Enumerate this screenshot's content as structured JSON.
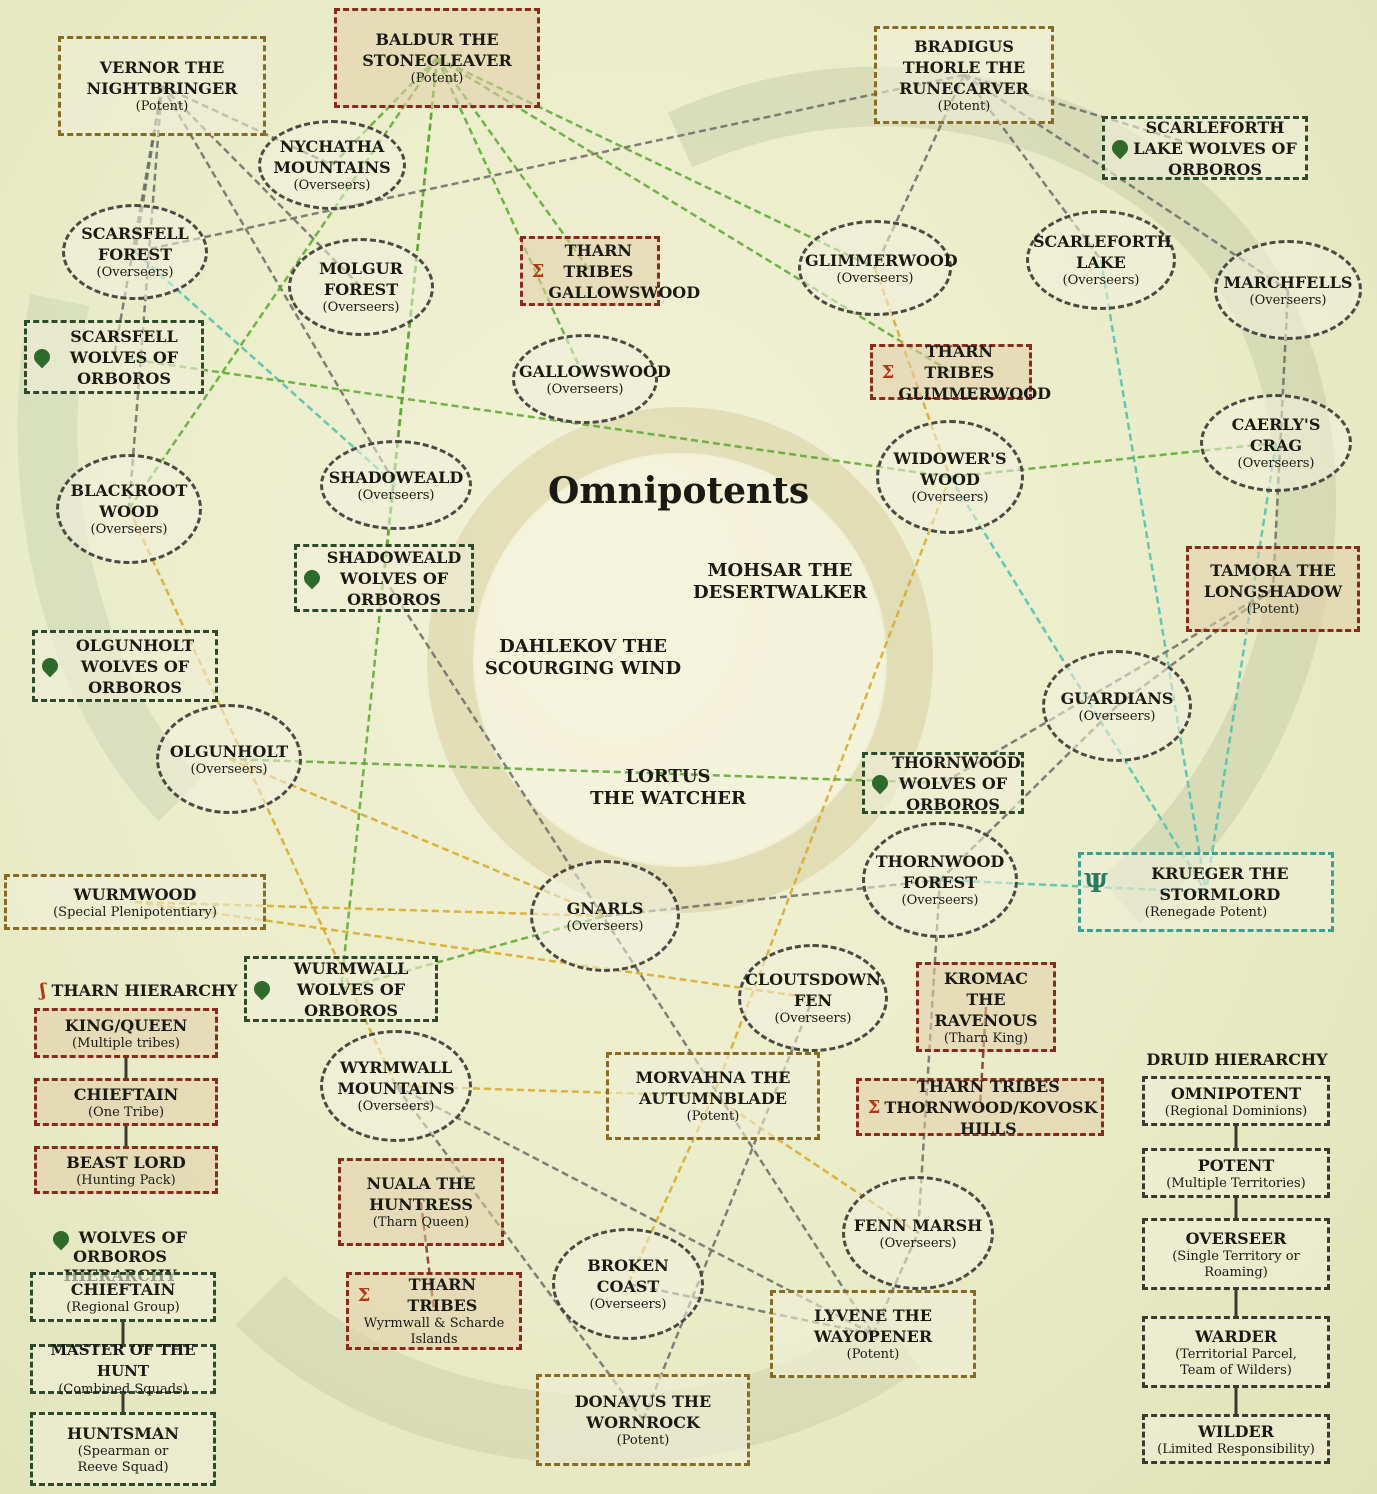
{
  "center": {
    "title": "Omnipotents",
    "members": [
      {
        "key": "mohsar",
        "lines": [
          "MOHSAR THE",
          "DESERTWALKER"
        ]
      },
      {
        "key": "dahlekov",
        "lines": [
          "DAHLEKOV THE",
          "SCOURGING WIND"
        ]
      },
      {
        "key": "lortus",
        "lines": [
          "LORTUS",
          "THE WATCHER"
        ]
      }
    ]
  },
  "nodes": [
    {
      "id": "vernor",
      "kind": "box",
      "color": "gold",
      "name": "VERNOR THE NIGHTBRINGER",
      "role": "(Potent)"
    },
    {
      "id": "baldur",
      "kind": "box",
      "color": "red",
      "name": "BALDUR THE STONECLEAVER",
      "role": "(Potent)"
    },
    {
      "id": "bradigus",
      "kind": "box",
      "color": "gold",
      "name": "BRADIGUS THORLE THE RUNECARVER",
      "role": "(Potent)"
    },
    {
      "id": "scarleforth_wolves",
      "kind": "box",
      "color": "green",
      "icon": "leaf",
      "name": "SCARLEFORTH LAKE WOLVES OF ORBOROS",
      "role": ""
    },
    {
      "id": "nychatha",
      "kind": "oval",
      "name": "NYCHATHA MOUNTAINS",
      "role": "(Overseers)"
    },
    {
      "id": "scarsfell_forest",
      "kind": "oval",
      "name": "SCARSFELL FOREST",
      "role": "(Overseers)"
    },
    {
      "id": "molgur",
      "kind": "oval",
      "name": "MOLGUR FOREST",
      "role": "(Overseers)"
    },
    {
      "id": "tharn_gallowswood",
      "kind": "box",
      "color": "red",
      "icon": "swirl",
      "name": "THARN TRIBES GALLOWSWOOD",
      "role": ""
    },
    {
      "id": "glimmerwood",
      "kind": "oval",
      "name": "GLIMMERWOOD",
      "role": "(Overseers)"
    },
    {
      "id": "scarleforth_lake",
      "kind": "oval",
      "name": "SCARLEFORTH LAKE",
      "role": "(Overseers)"
    },
    {
      "id": "marchfells",
      "kind": "oval",
      "name": "MARCHFELLS",
      "role": "(Overseers)"
    },
    {
      "id": "scarsfell_wolves",
      "kind": "box",
      "color": "green",
      "icon": "leaf",
      "name": "SCARSFELL WOLVES OF ORBOROS",
      "role": ""
    },
    {
      "id": "gallowswood",
      "kind": "oval",
      "name": "GALLOWSWOOD",
      "role": "(Overseers)"
    },
    {
      "id": "tharn_glimmerwood",
      "kind": "box",
      "color": "red",
      "icon": "swirl",
      "name": "THARN TRIBES GLIMMERWOOD",
      "role": ""
    },
    {
      "id": "caerly",
      "kind": "oval",
      "name": "CAERLY'S CRAG",
      "role": "(Overseers)"
    },
    {
      "id": "blackroot",
      "kind": "oval",
      "name": "BLACKROOT WOOD",
      "role": "(Overseers)"
    },
    {
      "id": "shadoweald",
      "kind": "oval",
      "name": "SHADOWEALD",
      "role": "(Overseers)"
    },
    {
      "id": "widowers",
      "kind": "oval",
      "name": "WIDOWER'S WOOD",
      "role": "(Overseers)"
    },
    {
      "id": "shadoweald_wolves",
      "kind": "box",
      "color": "green",
      "icon": "leaf",
      "name": "SHADOWEALD WOLVES OF ORBOROS",
      "role": ""
    },
    {
      "id": "tamora",
      "kind": "box",
      "color": "red",
      "name": "TAMORA THE LONGSHADOW",
      "role": "(Potent)"
    },
    {
      "id": "olgunholt_wolves",
      "kind": "box",
      "color": "green",
      "icon": "leaf",
      "name": "OLGUNHOLT WOLVES OF ORBOROS",
      "role": ""
    },
    {
      "id": "guardians",
      "kind": "oval",
      "name": "GUARDIANS",
      "role": "(Overseers)"
    },
    {
      "id": "olgunholt",
      "kind": "oval",
      "name": "OLGUNHOLT",
      "role": "(Overseers)"
    },
    {
      "id": "thornwood_wolves",
      "kind": "box",
      "color": "green",
      "icon": "leaf",
      "name": "THORNWOOD WOLVES OF ORBOROS",
      "role": ""
    },
    {
      "id": "thornwood_forest",
      "kind": "oval",
      "name": "THORNWOOD FOREST",
      "role": "(Overseers)"
    },
    {
      "id": "wurmwood",
      "kind": "box",
      "color": "gold",
      "name": "WURMWOOD",
      "role": "(Special Plenipotentiary)"
    },
    {
      "id": "gnarls",
      "kind": "oval",
      "name": "GNARLS",
      "role": "(Overseers)"
    },
    {
      "id": "krueger",
      "kind": "box",
      "color": "teal",
      "icon": "trident",
      "name": "KRUEGER THE STORMLORD",
      "role": "(Renegade Potent)"
    },
    {
      "id": "wurmwall_wolves",
      "kind": "box",
      "color": "green",
      "icon": "leaf",
      "name": "WURMWALL WOLVES OF ORBOROS",
      "role": ""
    },
    {
      "id": "cloutsdown",
      "kind": "oval",
      "name": "CLOUTSDOWN FEN",
      "role": "(Overseers)"
    },
    {
      "id": "kromac",
      "kind": "box",
      "color": "red",
      "name": "KROMAC THE RAVENOUS",
      "role": "(Tharn King)"
    },
    {
      "id": "wyrmwall",
      "kind": "oval",
      "name": "WYRMWALL MOUNTAINS",
      "role": "(Overseers)"
    },
    {
      "id": "morvahna",
      "kind": "box",
      "color": "gold",
      "name": "MORVAHNA THE AUTUMNBLADE",
      "role": "(Potent)"
    },
    {
      "id": "tharn_thornwood",
      "kind": "box",
      "color": "red",
      "icon": "swirl",
      "name": "THARN TRIBES THORNWOOD/KOVOSK HILLS",
      "role": ""
    },
    {
      "id": "nuala",
      "kind": "box",
      "color": "red",
      "name": "NUALA THE HUNTRESS",
      "role": "(Tharn Queen)"
    },
    {
      "id": "fenn",
      "kind": "oval",
      "name": "FENN MARSH",
      "role": "(Overseers)"
    },
    {
      "id": "broken",
      "kind": "oval",
      "name": "BROKEN COAST",
      "role": "(Overseers)"
    },
    {
      "id": "tharn_wyrmwall",
      "kind": "box",
      "color": "red",
      "icon": "swirl",
      "name": "THARN TRIBES",
      "role": "Wyrmwall & Scharde Islands"
    },
    {
      "id": "lyvene",
      "kind": "box",
      "color": "gold",
      "name": "LYVENE THE WAYOPENER",
      "role": "(Potent)"
    },
    {
      "id": "donavus",
      "kind": "box",
      "color": "gold",
      "name": "DONAVUS THE WORNROCK",
      "role": "(Potent)"
    }
  ],
  "tharn_hierarchy": {
    "title": "THARN HIERARCHY",
    "levels": [
      {
        "name": "KING/QUEEN",
        "role": "(Multiple tribes)"
      },
      {
        "name": "CHIEFTAIN",
        "role": "(One Tribe)"
      },
      {
        "name": "BEAST LORD",
        "role": "(Hunting Pack)"
      }
    ]
  },
  "wolves_hierarchy": {
    "title": "WOLVES OF ORBOROS HIERARCHY",
    "levels": [
      {
        "name": "CHIEFTAIN",
        "role": "(Regional Group)"
      },
      {
        "name": "MASTER OF THE HUNT",
        "role": "(Combined Squads)"
      },
      {
        "name": "HUNTSMAN",
        "role": "(Spearman or Reeve Squad)"
      }
    ]
  },
  "druid_hierarchy": {
    "title": "DRUID HIERARCHY",
    "levels": [
      {
        "name": "OMNIPOTENT",
        "role": "(Regional Dominions)"
      },
      {
        "name": "POTENT",
        "role": "(Multiple Territories)"
      },
      {
        "name": "OVERSEER",
        "role": "(Single Territory or Roaming)"
      },
      {
        "name": "WARDER",
        "role": "(Territorial Parcel, Team of Wilders)"
      },
      {
        "name": "WILDER",
        "role": "(Limited Responsibility)"
      }
    ]
  },
  "connections": [
    {
      "from": "vernor",
      "to": "nychatha",
      "color": "gray"
    },
    {
      "from": "vernor",
      "to": "scarsfell_forest",
      "color": "gray"
    },
    {
      "from": "vernor",
      "to": "molgur",
      "color": "gray"
    },
    {
      "from": "vernor",
      "to": "blackroot",
      "color": "gray"
    },
    {
      "from": "vernor",
      "to": "shadoweald",
      "color": "gray"
    },
    {
      "from": "vernor",
      "to": "scarsfell_wolves",
      "color": "gray"
    },
    {
      "from": "baldur",
      "to": "nychatha",
      "color": "green"
    },
    {
      "from": "baldur",
      "to": "tharn_gallowswood",
      "color": "green"
    },
    {
      "from": "baldur",
      "to": "gallowswood",
      "color": "green"
    },
    {
      "from": "baldur",
      "to": "glimmerwood",
      "color": "green"
    },
    {
      "from": "baldur",
      "to": "tharn_glimmerwood",
      "color": "green"
    },
    {
      "from": "baldur",
      "to": "blackroot",
      "color": "green"
    },
    {
      "from": "baldur",
      "to": "shadoweald_wolves",
      "color": "green"
    },
    {
      "from": "baldur",
      "to": "wurmwall_wolves",
      "color": "green"
    },
    {
      "from": "bradigus",
      "to": "scarleforth_wolves",
      "color": "gray"
    },
    {
      "from": "bradigus",
      "to": "scarleforth_lake",
      "color": "gray"
    },
    {
      "from": "bradigus",
      "to": "marchfells",
      "color": "gray"
    },
    {
      "from": "bradigus",
      "to": "glimmerwood",
      "color": "gray"
    },
    {
      "from": "bradigus",
      "to": "scarsfell_forest",
      "color": "gray"
    },
    {
      "from": "scarsfell_forest",
      "to": "shadoweald",
      "color": "teal"
    },
    {
      "from": "marchfells",
      "to": "tamora",
      "color": "gray"
    },
    {
      "from": "caerly",
      "to": "krueger",
      "color": "teal"
    },
    {
      "from": "scarleforth_lake",
      "to": "krueger",
      "color": "teal"
    },
    {
      "from": "tamora",
      "to": "thornwood_wolves",
      "color": "gray"
    },
    {
      "from": "tamora",
      "to": "guardians",
      "color": "gray"
    },
    {
      "from": "guardians",
      "to": "thornwood_forest",
      "color": "gray"
    },
    {
      "from": "thornwood_forest",
      "to": "krueger",
      "color": "teal"
    },
    {
      "from": "widowers",
      "to": "krueger",
      "color": "teal"
    },
    {
      "from": "glimmerwood",
      "to": "widowers",
      "color": "gold"
    },
    {
      "from": "widowers",
      "to": "morvahna",
      "color": "gold"
    },
    {
      "from": "wurmwood",
      "to": "gnarls",
      "color": "gold"
    },
    {
      "from": "wurmwood",
      "to": "cloutsdown",
      "color": "gold"
    },
    {
      "from": "blackroot",
      "to": "wyrmwall",
      "color": "gold"
    },
    {
      "from": "wyrmwall",
      "to": "morvahna",
      "color": "gold"
    },
    {
      "from": "morvahna",
      "to": "fenn",
      "color": "gold"
    },
    {
      "from": "morvahna",
      "to": "broken",
      "color": "gold"
    },
    {
      "from": "nuala",
      "to": "tharn_wyrmwall",
      "color": "red"
    },
    {
      "from": "kromac",
      "to": "tharn_thornwood",
      "color": "red"
    },
    {
      "from": "shadoweald_wolves",
      "to": "lyvene",
      "color": "gray"
    },
    {
      "from": "wyrmwall",
      "to": "lyvene",
      "color": "gray"
    },
    {
      "from": "lyvene",
      "to": "fenn",
      "color": "gray"
    },
    {
      "from": "lyvene",
      "to": "broken",
      "color": "gray"
    },
    {
      "from": "donavus",
      "to": "cloutsdown",
      "color": "gray"
    },
    {
      "from": "donavus",
      "to": "wyrmwall",
      "color": "gray"
    },
    {
      "from": "gnarls",
      "to": "thornwood_forest",
      "color": "gray"
    },
    {
      "from": "olgunholt",
      "to": "thornwood_wolves",
      "color": "green"
    },
    {
      "from": "olgunholt",
      "to": "gnarls",
      "color": "gold"
    },
    {
      "from": "thornwood_forest",
      "to": "fenn",
      "color": "gray"
    },
    {
      "from": "wurmwall_wolves",
      "to": "gnarls",
      "color": "green"
    },
    {
      "from": "scarsfell_wolves",
      "to": "widowers",
      "color": "green"
    },
    {
      "from": "caerly",
      "to": "widowers",
      "color": "green"
    }
  ],
  "colors": {
    "gray": "#6b6b66",
    "green": "#5aa82e",
    "teal": "#4cc0b0",
    "gold": "#d9a825",
    "red": "#8a2a1c"
  }
}
